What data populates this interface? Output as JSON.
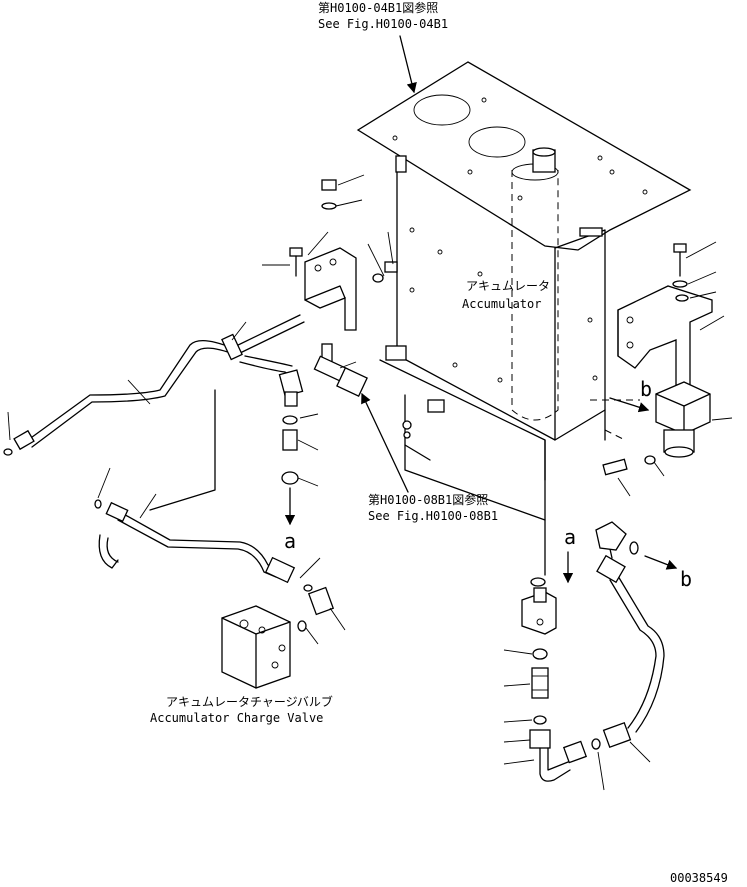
{
  "references": {
    "top_jp": "第H0100-04B1図参照",
    "top_en": "See Fig.H0100-04B1",
    "mid_jp": "第H0100-08B1図参照",
    "mid_en": "See Fig.H0100-08B1"
  },
  "components": {
    "accumulator_jp": "アキュムレータ",
    "accumulator_en": "Accumulator",
    "charge_valve_jp": "アキュムレータチャージバルブ",
    "charge_valve_en": "Accumulator Charge Valve"
  },
  "connection_marks": {
    "a": "a",
    "b": "b"
  },
  "drawing_number": "00038549"
}
